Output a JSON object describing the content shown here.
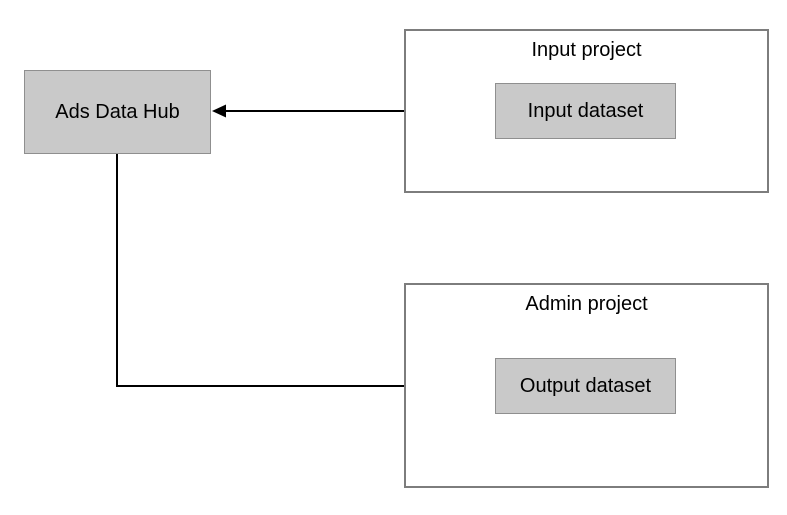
{
  "nodes": {
    "ads_data_hub": {
      "label": "Ads Data Hub"
    },
    "input_dataset": {
      "label": "Input dataset"
    },
    "output_dataset": {
      "label": "Output dataset"
    }
  },
  "containers": {
    "input_project": {
      "label": "Input project"
    },
    "admin_project": {
      "label": "Admin project"
    }
  },
  "edges": [
    {
      "from": "Input dataset",
      "to": "Ads Data Hub",
      "shape": "straight-arrow"
    },
    {
      "from": "Ads Data Hub",
      "to": "Output dataset",
      "shape": "elbow-arrow"
    }
  ],
  "colors": {
    "node_fill": "#c9c9c9",
    "node_border": "#8f8f8f",
    "container_border": "#7d7d7d",
    "connector": "#000000",
    "text": "#000000",
    "background": "#ffffff"
  }
}
